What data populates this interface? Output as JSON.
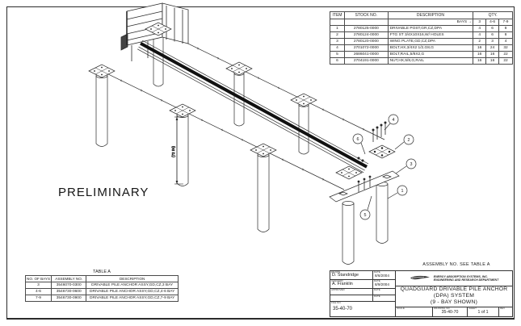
{
  "sheet": {
    "preliminary": "PRELIMINARY",
    "assembly_note": "ASSEMBLY NO.  SEE TABLE A"
  },
  "drawing": {
    "dimension_label": "(72 IN)",
    "balloons": [
      "1",
      "2",
      "3",
      "4",
      "5",
      "6"
    ]
  },
  "parts_table": {
    "headers": {
      "item": "ITEM",
      "stock_no": "STOCK NO.",
      "description": "DESCRIPTION",
      "qty": "QTY.",
      "bays_label": "BAYS →",
      "bay_cols": [
        "3",
        "4-6",
        "7-9"
      ]
    },
    "rows": [
      {
        "item": "1",
        "stock_no": "2780125-0000",
        "description": "DRIVABLE POST,GR,CZ,DPA",
        "qty": [
          "4",
          "6",
          "8"
        ]
      },
      {
        "item": "2",
        "stock_no": "2780124-0000",
        "description": "FTG ST 3/4X10X16,W/ HOLES",
        "qty": [
          "4",
          "6",
          "8"
        ]
      },
      {
        "item": "3",
        "stock_no": "2780120-0000",
        "description": "WING PLATE,GD,CZ,DPA",
        "qty": [
          "2",
          "3",
          "4"
        ]
      },
      {
        "item": "4",
        "stock_no": "2701072-0000",
        "description": "BOLT,HX,3/4X2 1/2,G8,G",
        "qty": [
          "16",
          "24",
          "32"
        ]
      },
      {
        "item": "5",
        "stock_no": "2686041-0000",
        "description": "BOLT,RAIL,5/8X2,G",
        "qty": [
          "16",
          "16",
          "22"
        ]
      },
      {
        "item": "6",
        "stock_no": "2704191-0000",
        "description": "NUT,HX,5/8,G,RAIL",
        "qty": [
          "16",
          "16",
          "22"
        ]
      }
    ]
  },
  "table_a": {
    "title": "TABLE A",
    "headers": [
      "NO. OF BAYS",
      "ASSEMBLY NO.",
      "DESCRIPTION"
    ],
    "rows": [
      [
        "3",
        "3546070-0300",
        "DRIVABLE PILE ANCHOR ASSY,GD,CZ,3 BAY"
      ],
      [
        "4-6",
        "3546730-0600",
        "DRIVABLE PILE ANCHOR ASSY,GD,CZ,4-6 BAY"
      ],
      [
        "7-9",
        "3546730-0900",
        "DRIVABLE PILE ANCHOR ASSY,GD,CZ,7-9 BAY"
      ]
    ]
  },
  "title_block": {
    "rows": [
      {
        "label": "DRAWN",
        "name": "D. Standridge",
        "date_label": "DATE",
        "date": "8/6/2004"
      },
      {
        "label": "CHECKED",
        "name": "A. Franklin",
        "date_label": "DATE",
        "date": "8/9/2004"
      },
      {
        "label": "APPROVED",
        "name": "",
        "date_label": "DATE",
        "date": ""
      },
      {
        "label": "",
        "name": "",
        "date_label": "DATE",
        "date": ""
      }
    ],
    "file_label": "FILE NO.",
    "file_no": "35-40-70",
    "company_line1": "ENERGY ABSORPTION SYSTEMS, INC.",
    "company_line2": "ENGINEERING AND RESEARCH DEPARTMENT",
    "title_line1": "QUADGUARD DRIVABLE PILE ANCHOR",
    "title_line2": "(DPA) SYSTEM",
    "title_line3": "(9 - BAY SHOWN)",
    "scale_label": "SCALE",
    "drawing_label": "DRAWING NO.",
    "drawing_no": "35-40-70",
    "sheet_label": "SHEET",
    "sheet_value": "1  of  1",
    "rev_label": "REV"
  }
}
